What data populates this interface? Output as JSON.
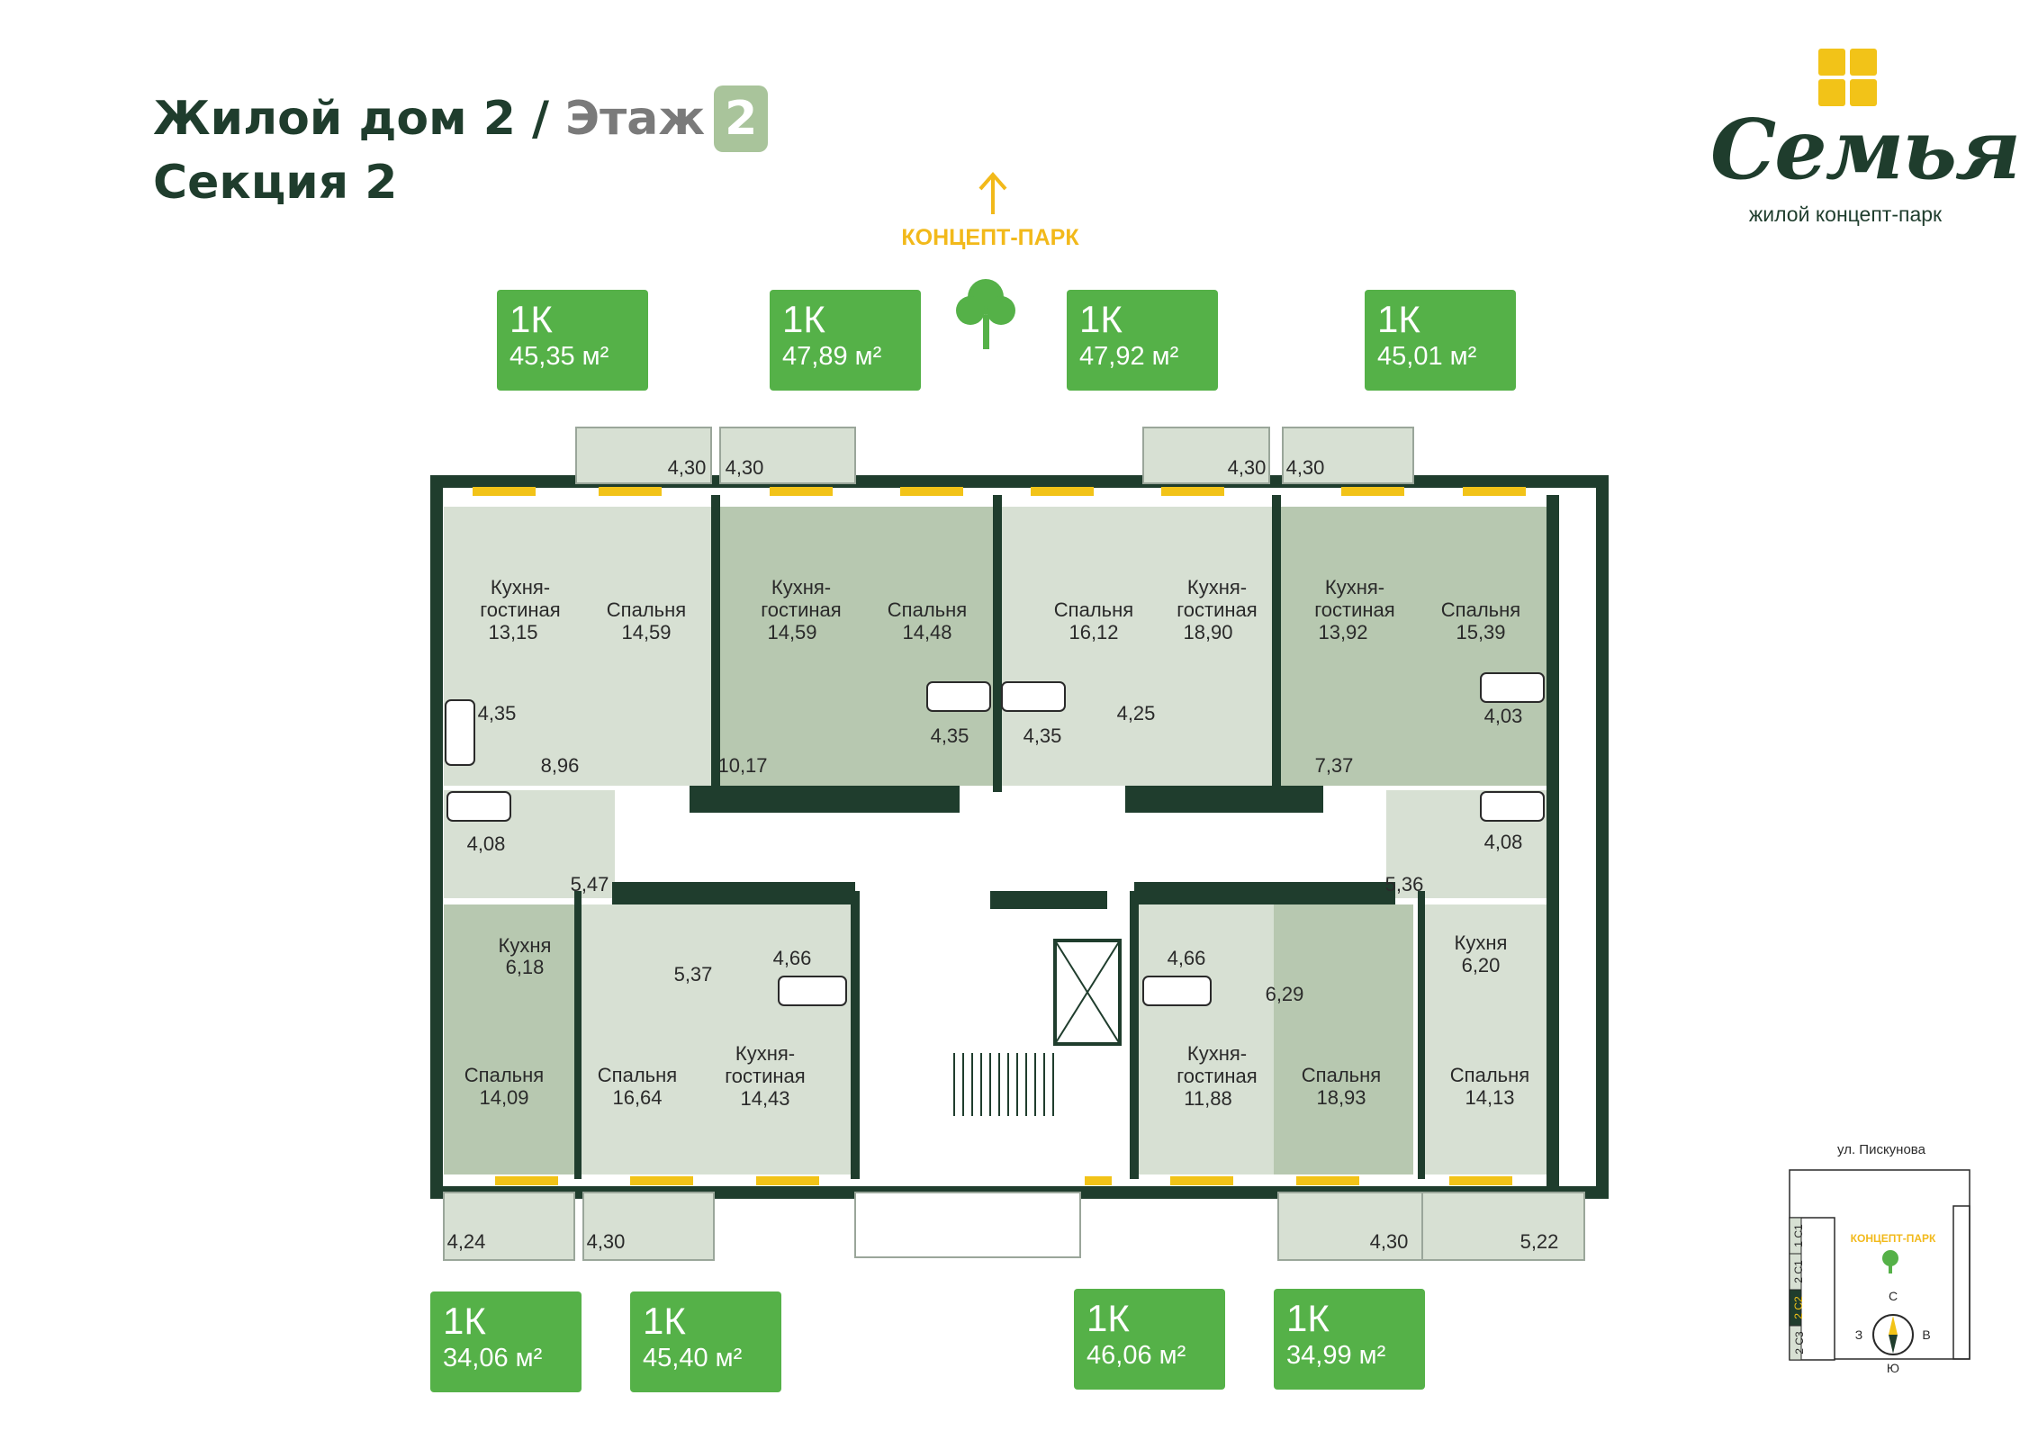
{
  "header": {
    "building": "Жилой дом 2",
    "separator": "/",
    "floor_label": "Этаж",
    "floor_number": "2",
    "section": "Секция 2"
  },
  "logo": {
    "name": "Семья",
    "tagline": "жилой концепт-парк"
  },
  "park": {
    "label": "КОНЦЕПТ-ПАРК"
  },
  "apartments": [
    {
      "type": "1К",
      "area": "45,35 м²"
    },
    {
      "type": "1К",
      "area": "47,89 м²"
    },
    {
      "type": "1К",
      "area": "47,92 м²"
    },
    {
      "type": "1К",
      "area": "45,01 м²"
    },
    {
      "type": "1К",
      "area": "34,06 м²"
    },
    {
      "type": "1К",
      "area": "45,40 м²"
    },
    {
      "type": "1К",
      "area": "46,06 м²"
    },
    {
      "type": "1К",
      "area": "34,99 м²"
    }
  ],
  "rooms": {
    "r1": {
      "name": "Кухня-",
      "name2": "гостиная",
      "area": "13,15"
    },
    "r2": {
      "name": "Спальня",
      "area": "14,59"
    },
    "r3": {
      "name": "Кухня-",
      "name2": "гостиная",
      "area": "14,59"
    },
    "r4": {
      "name": "Спальня",
      "area": "14,48"
    },
    "r5": {
      "name": "Спальня",
      "area": "16,12"
    },
    "r6": {
      "name": "Кухня-",
      "name2": "гостиная",
      "area": "18,90"
    },
    "r7": {
      "name": "Кухня-",
      "name2": "гостиная",
      "area": "13,92"
    },
    "r8": {
      "name": "Спальня",
      "area": "15,39"
    },
    "r9": {
      "name": "Кухня",
      "area": "6,18"
    },
    "r10": {
      "name": "Спальня",
      "area": "14,09"
    },
    "r11": {
      "name": "Спальня",
      "area": "16,64"
    },
    "r12": {
      "name": "Кухня-",
      "name2": "гостиная",
      "area": "14,43"
    },
    "r13": {
      "name": "Кухня-",
      "name2": "гостиная",
      "area": "11,88"
    },
    "r14": {
      "name": "Спальня",
      "area": "18,93"
    },
    "r15": {
      "name": "Кухня",
      "area": "6,20"
    },
    "r16": {
      "name": "Спальня",
      "area": "14,13"
    }
  },
  "small_areas": {
    "bath1": "4,35",
    "hall1": "8,96",
    "hall2": "10,17",
    "bath2": "4,35",
    "bath3": "4,35",
    "hall3": "4,25",
    "hall4": "7,37",
    "bath4": "4,03",
    "bath5": "4,08",
    "hall5": "5,47",
    "bath6": "4,66",
    "hall6": "5,37",
    "bath7": "4,66",
    "hall7": "6,29",
    "bath8": "4,08",
    "hall8": "5,36"
  },
  "balconies": {
    "b1": "4,30",
    "b2": "4,30",
    "b3": "4,30",
    "b4": "4,30",
    "b5": "4,24",
    "b6": "4,30",
    "b7": "4,30",
    "b8": "5,22"
  },
  "minimap": {
    "street": "ул. Пискунова",
    "park_label": "КОНЦЕПТ-ПАРК",
    "sections": [
      "2 С3",
      "2 С2",
      "2 С1",
      "1 С1"
    ],
    "compass": {
      "n": "С",
      "s": "Ю",
      "w": "З",
      "e": "В"
    }
  },
  "colors": {
    "wall": "#1f3d2d",
    "room": "#d7e0d3",
    "room_dark": "#b7c8b0",
    "tile": "#55b148",
    "window": "#f2c318",
    "logo_accent": "#f2c318"
  }
}
